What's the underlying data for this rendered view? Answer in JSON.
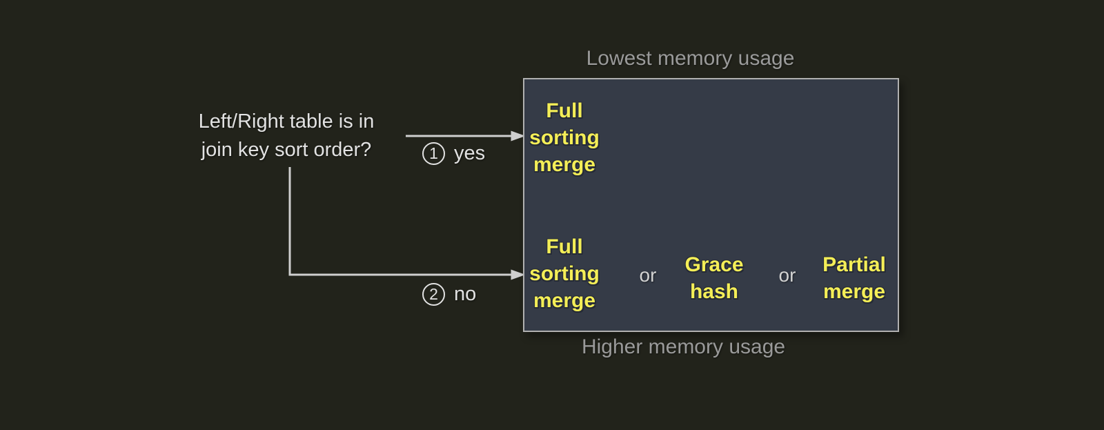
{
  "question": {
    "line1": "Left/Right table is in",
    "line2": "join key sort order?"
  },
  "branches": [
    {
      "num": "1",
      "label": "yes"
    },
    {
      "num": "2",
      "label": "no"
    }
  ],
  "captions": {
    "top": "Lowest memory usage",
    "bottom": "Higher memory usage"
  },
  "algorithms": {
    "sorted": [
      "Full sorting merge"
    ],
    "unsorted": [
      "Full sorting merge",
      "Grace hash",
      "Partial merge"
    ],
    "separator": "or"
  },
  "colors": {
    "background": "#22231b",
    "box_fill": "#353b47",
    "box_border": "#b1b1b1",
    "accent_yellow": "#f4ee57",
    "muted_gray": "#9a9a9a",
    "text_light": "#e2e2e2",
    "line_gray": "#cfcfcf"
  }
}
